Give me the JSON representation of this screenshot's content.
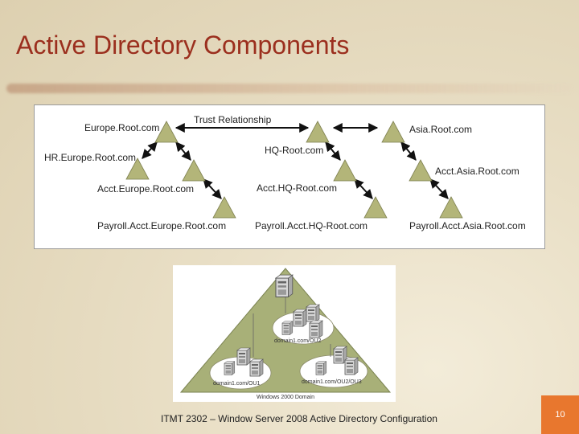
{
  "slide": {
    "title": "Active Directory Components",
    "footer": "ITMT 2302 – Window Server 2008 Active Directory Configuration",
    "page_number": "10"
  },
  "forest_diagram": {
    "trust_label": "Trust Relationship",
    "trees": [
      {
        "root": "Europe.Root.com",
        "children": [
          "HR.Europe.Root.com",
          "Acct.Europe.Root.com"
        ],
        "grandchild": "Payroll.Acct.Europe.Root.com"
      },
      {
        "root": "HQ-Root.com",
        "children": [
          "Acct.HQ-Root.com"
        ],
        "grandchild": "Payroll.Acct.HQ-Root.com"
      },
      {
        "root": "Asia.Root.com",
        "children": [
          "Acct.Asia.Root.com"
        ],
        "grandchild": "Payroll.Acct.Asia.Root.com"
      }
    ]
  },
  "domain_diagram": {
    "ou_labels": [
      "domain1.com/OU2",
      "domain1.com/OU1",
      "domain1.com/OU2/OU3"
    ],
    "domain_label": "Windows 2000 Domain"
  },
  "colors": {
    "title": "#9b2f1e",
    "triangle": "#b3b579",
    "domain_triangle": "#a8b078",
    "ou_ellipse": "#ffffff",
    "page_box": "#e8772e"
  }
}
